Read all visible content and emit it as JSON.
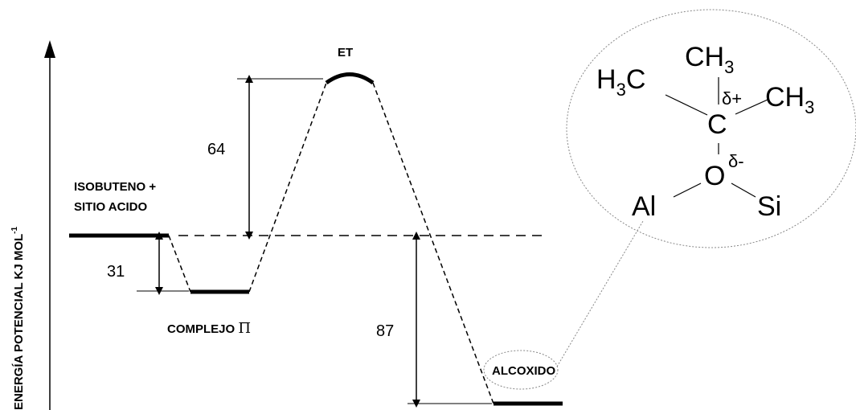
{
  "axis": {
    "ylabel": "ENERGÍA POTENCIAL KJ MOL",
    "ylabel_sup": "-1"
  },
  "states": {
    "reactant_line1": "ISOBUTENO +",
    "reactant_line2": "SITIO ACIDO",
    "transition_state": "ET",
    "complex_prefix": "COMPLEJO ",
    "complex_symbol": "Π",
    "alkoxide": "ALCOXIDO"
  },
  "energies": {
    "barrier": "64",
    "complex_depth": "31",
    "alkoxide_depth": "87"
  },
  "structure": {
    "ch3_top": "CH",
    "ch3_top_sub": "3",
    "h3c_left": "H",
    "h3c_left_sub": "3",
    "h3c_left_c": "C",
    "ch3_right": "CH",
    "ch3_right_sub": "3",
    "carbon": "C",
    "delta_plus": "δ+",
    "oxygen": "O",
    "delta_minus": "δ-",
    "aluminum": "Al",
    "silicon": "Si"
  }
}
